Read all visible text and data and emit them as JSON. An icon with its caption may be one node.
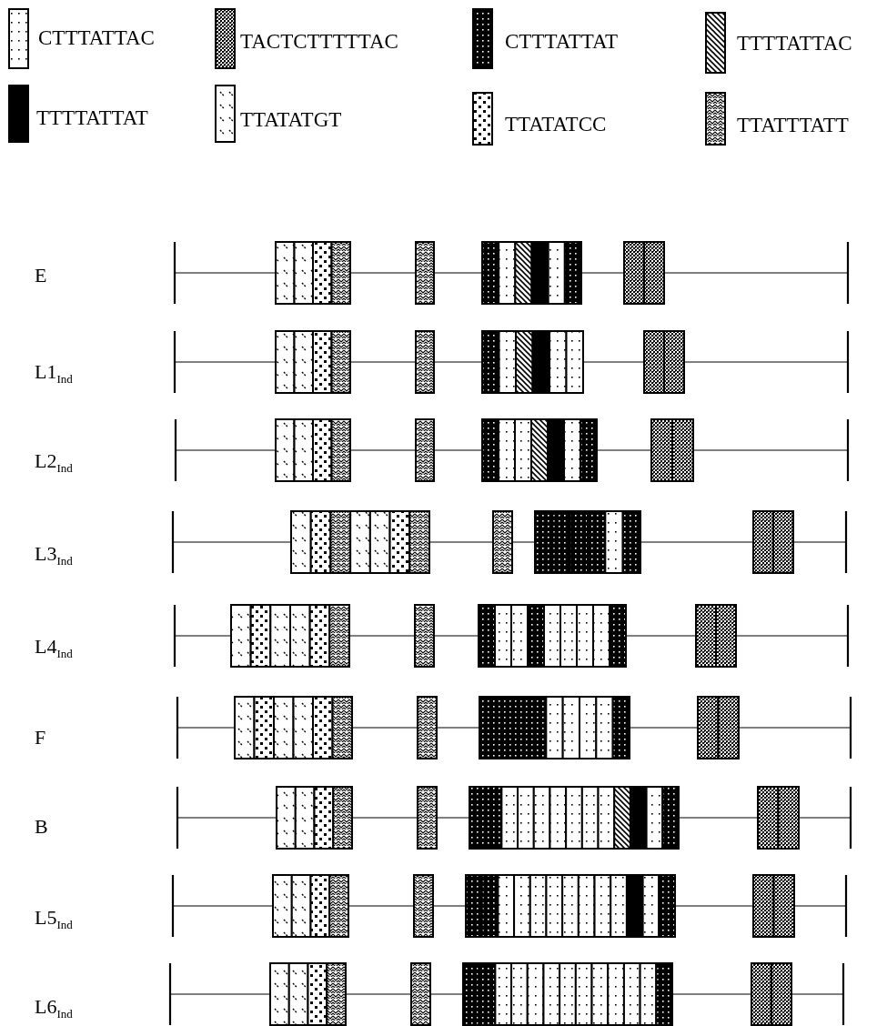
{
  "diagram": {
    "legend": [
      {
        "text": "CTTTATTAC"
      },
      {
        "text": "TACTCTTTTTAC"
      },
      {
        "text": "CTTTATTAT"
      },
      {
        "text": "TTTTATTAC"
      },
      {
        "text": "TTTTATTAT"
      },
      {
        "text": "TTATATGT"
      },
      {
        "text": "TTATATCC"
      },
      {
        "text": "TTATTTATT"
      }
    ],
    "labels": [
      "E",
      "L1$_{Ind}$",
      "L2$_{Ind}$",
      "L3$_{Ind}$",
      "L4$_{Ind}$",
      "F",
      "B",
      "L5$_{Ind}$",
      "L6$_{Ind}$"
    ]
  }
}
